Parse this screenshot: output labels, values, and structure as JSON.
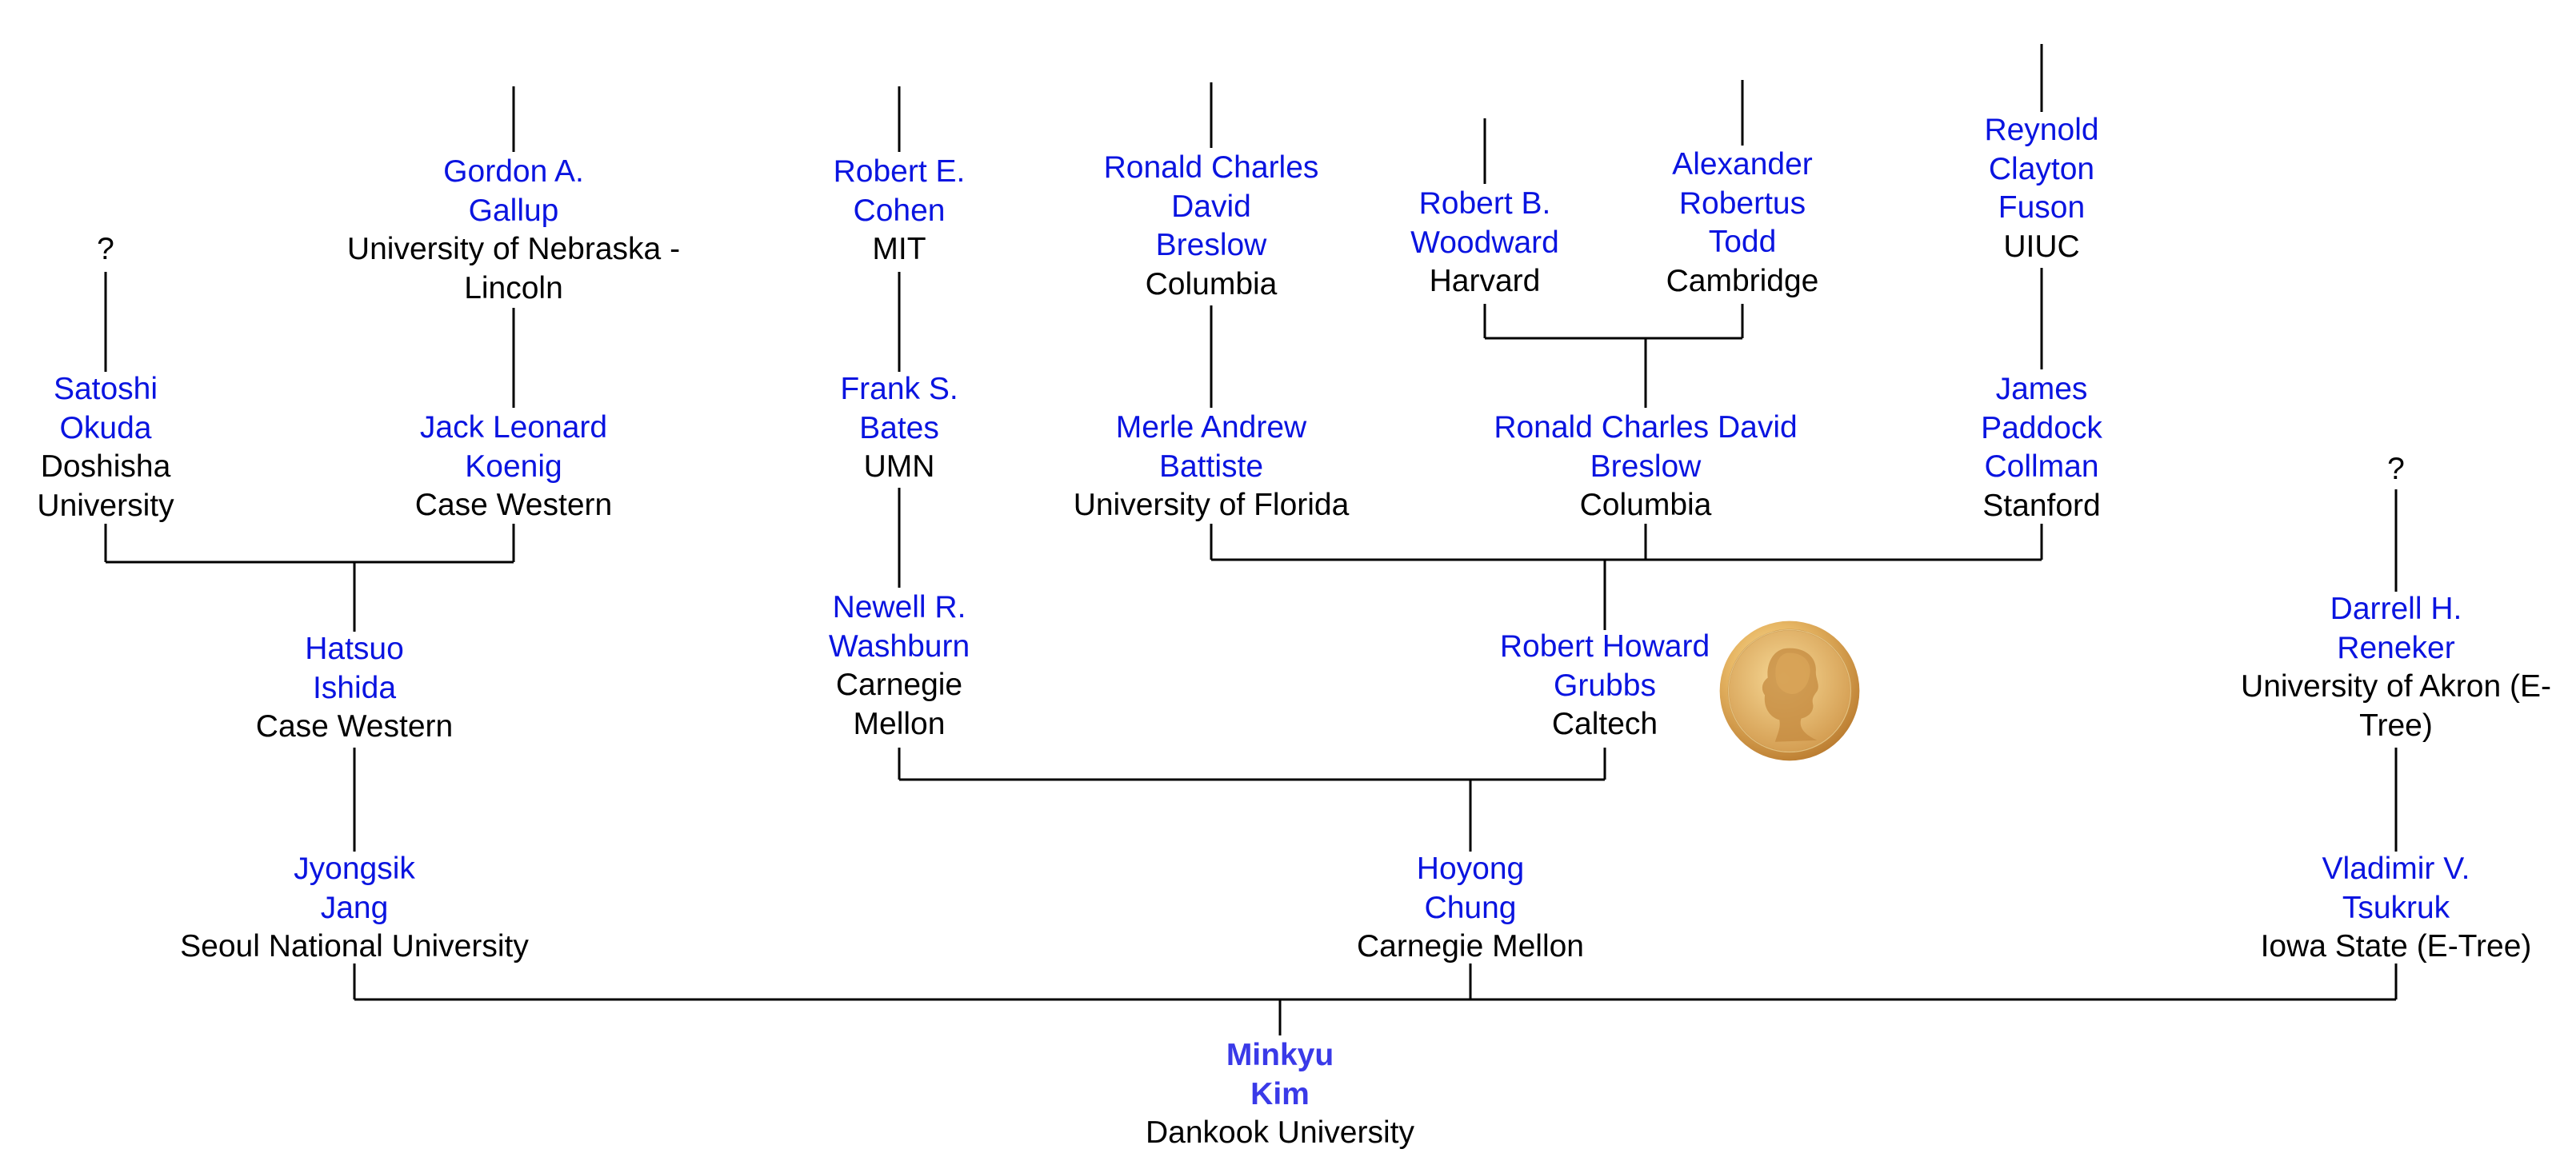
{
  "tree": {
    "root": {
      "name_lines": [
        "Minkyu",
        "Kim"
      ],
      "institution_lines": [
        "Dankook University"
      ]
    },
    "nodes": {
      "satoshi_okuda": {
        "name_lines": [
          "Satoshi",
          "Okuda"
        ],
        "institution_lines": [
          "Doshisha",
          "University"
        ]
      },
      "unknown_1": {
        "text": "?"
      },
      "gordon_gallup": {
        "name_lines": [
          "Gordon A.",
          "Gallup"
        ],
        "institution_lines": [
          "University of Nebraska -",
          "Lincoln"
        ]
      },
      "jack_koenig": {
        "name_lines": [
          "Jack Leonard",
          "Koenig"
        ],
        "institution_lines": [
          "Case Western"
        ]
      },
      "hatsuo_ishida": {
        "name_lines": [
          "Hatsuo",
          "Ishida"
        ],
        "institution_lines": [
          "Case Western"
        ]
      },
      "jyongsik_jang": {
        "name_lines": [
          "Jyongsik",
          "Jang"
        ],
        "institution_lines": [
          "Seoul National University"
        ]
      },
      "robert_cohen": {
        "name_lines": [
          "Robert E.",
          "Cohen"
        ],
        "institution_lines": [
          "MIT"
        ]
      },
      "frank_bates": {
        "name_lines": [
          "Frank S.",
          "Bates"
        ],
        "institution_lines": [
          "UMN"
        ]
      },
      "newell_washburn": {
        "name_lines": [
          "Newell R.",
          "Washburn"
        ],
        "institution_lines": [
          "Carnegie",
          "Mellon"
        ]
      },
      "breslow_top": {
        "name_lines": [
          "Ronald Charles",
          "David",
          "Breslow"
        ],
        "institution_lines": [
          "Columbia"
        ]
      },
      "merle_battiste": {
        "name_lines": [
          "Merle Andrew",
          "Battiste"
        ],
        "institution_lines": [
          "University of Florida"
        ]
      },
      "robert_woodward": {
        "name_lines": [
          "Robert B.",
          "Woodward"
        ],
        "institution_lines": [
          "Harvard"
        ]
      },
      "alexander_todd": {
        "name_lines": [
          "Alexander",
          "Robertus",
          "Todd"
        ],
        "institution_lines": [
          "Cambridge"
        ]
      },
      "breslow_mid": {
        "name_lines": [
          "Ronald Charles David",
          "Breslow"
        ],
        "institution_lines": [
          "Columbia"
        ]
      },
      "reynold_fuson": {
        "name_lines": [
          "Reynold",
          "Clayton",
          "Fuson"
        ],
        "institution_lines": [
          "UIUC"
        ]
      },
      "james_collman": {
        "name_lines": [
          "James",
          "Paddock",
          "Collman"
        ],
        "institution_lines": [
          "Stanford"
        ]
      },
      "robert_grubbs": {
        "name_lines": [
          "Robert Howard",
          "Grubbs"
        ],
        "institution_lines": [
          "Caltech"
        ]
      },
      "hoyong_chung": {
        "name_lines": [
          "Hoyong",
          "Chung"
        ],
        "institution_lines": [
          "Carnegie Mellon"
        ]
      },
      "unknown_2": {
        "text": "?"
      },
      "darrell_reneker": {
        "name_lines": [
          "Darrell H.",
          "Reneker"
        ],
        "institution_lines": [
          "University of Akron (E-",
          "Tree)"
        ]
      },
      "vladimir_tsukruk": {
        "name_lines": [
          "Vladimir V.",
          "Tsukruk"
        ],
        "institution_lines": [
          "Iowa State (E-Tree)"
        ]
      }
    }
  },
  "colors": {
    "name": "#0a14e0",
    "root_name": "#3a3ae8",
    "institution": "#000000",
    "lines": "#000000",
    "medal": "#e0a84a"
  },
  "icons": {
    "award": "nobel-medal-icon"
  }
}
